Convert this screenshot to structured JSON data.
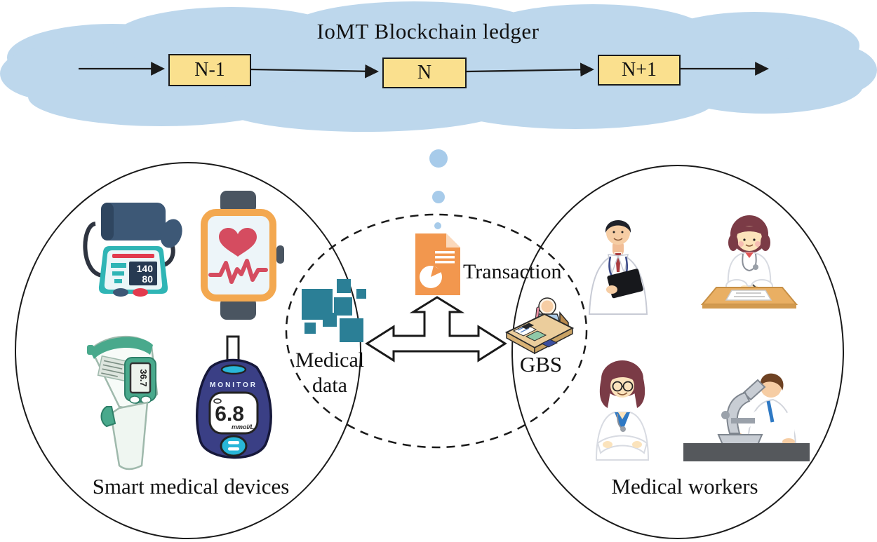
{
  "title": "IoMT Blockchain ledger",
  "blockchain": {
    "blocks": [
      {
        "label": "N-1"
      },
      {
        "label": "N"
      },
      {
        "label": "N+1"
      }
    ]
  },
  "hub": {
    "transaction_label": "Transaction",
    "gbs_label": "GBS",
    "medical_data_lines": [
      "Medical",
      "data"
    ]
  },
  "devices": {
    "group_label": "Smart medical devices",
    "bp_monitor": {
      "systolic": "140",
      "diastolic": "80"
    },
    "thermometer": {
      "reading": "36.7"
    },
    "glucose_meter": {
      "brand": "MONITOR",
      "reading": "6.8",
      "unit": "mmol/L"
    }
  },
  "workers": {
    "group_label": "Medical workers"
  },
  "colors": {
    "cloud_blue": "#BDD7EC",
    "dot_blue": "#A7CBEA",
    "block_fill": "#FAE08E",
    "data_teal": "#2B7F96",
    "doc_orange": "#F2974E",
    "line_black": "#1a1a1a"
  }
}
